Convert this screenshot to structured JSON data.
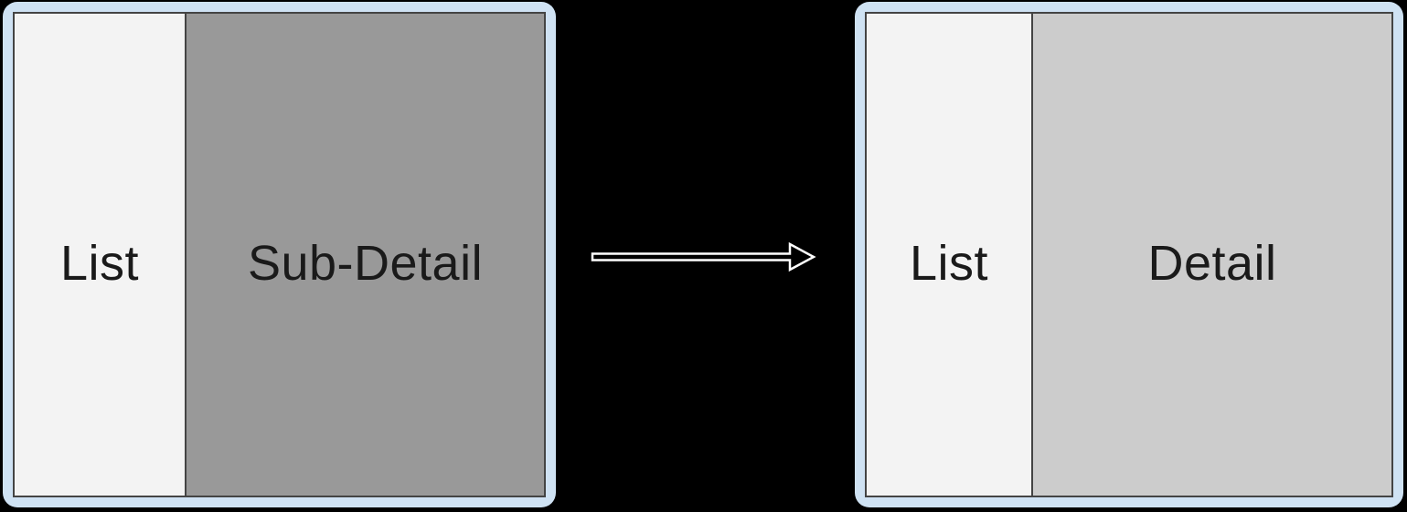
{
  "canvas": {
    "background": "#000000"
  },
  "colors": {
    "frame": "#cfe2f3",
    "screen_border": "#444444",
    "list_panel": "#f3f3f3",
    "sub_detail_panel": "#999999",
    "detail_panel": "#cccccc",
    "label_text": "#1a1a1a",
    "arrow_outline": "#ffffff",
    "arrow_fill": "#000000"
  },
  "left_screen": {
    "panels": [
      {
        "label": "List"
      },
      {
        "label": "Sub-Detail"
      }
    ]
  },
  "right_screen": {
    "panels": [
      {
        "label": "List"
      },
      {
        "label": "Detail"
      }
    ]
  },
  "arrow": {
    "direction": "right"
  }
}
